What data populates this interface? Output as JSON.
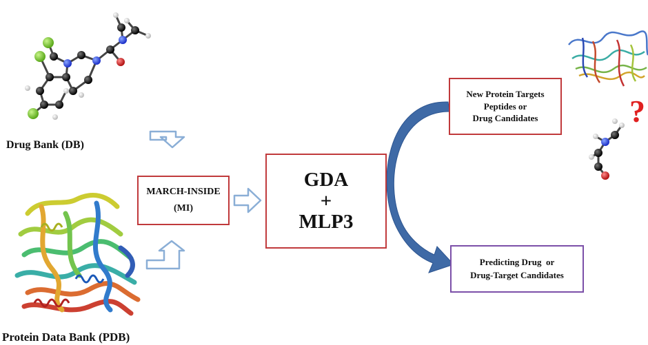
{
  "labels": {
    "drug_bank": "Drug Bank (DB)",
    "pdb": "Protein Data Bank (PDB)"
  },
  "mi_box": {
    "line1": "MARCH-INSIDE",
    "line2": "(MI)"
  },
  "center_box": {
    "line1": "GDA",
    "line2": "+",
    "line3": "MLP3"
  },
  "targets_box": {
    "line1": "New Protein Targets",
    "line2": "Peptides or",
    "line3": "Drug Candidates"
  },
  "predict_box": {
    "line1": "Predicting Drug  or",
    "line2": "Drug-Target Candidates"
  },
  "question_mark": "?",
  "colors": {
    "box_border_red": "#c0393b",
    "box_border_purple": "#7b4fa8",
    "arrow_blue": "#3f6aa6",
    "hollow_arrow": "#8aaed6",
    "question": "#e02020"
  }
}
